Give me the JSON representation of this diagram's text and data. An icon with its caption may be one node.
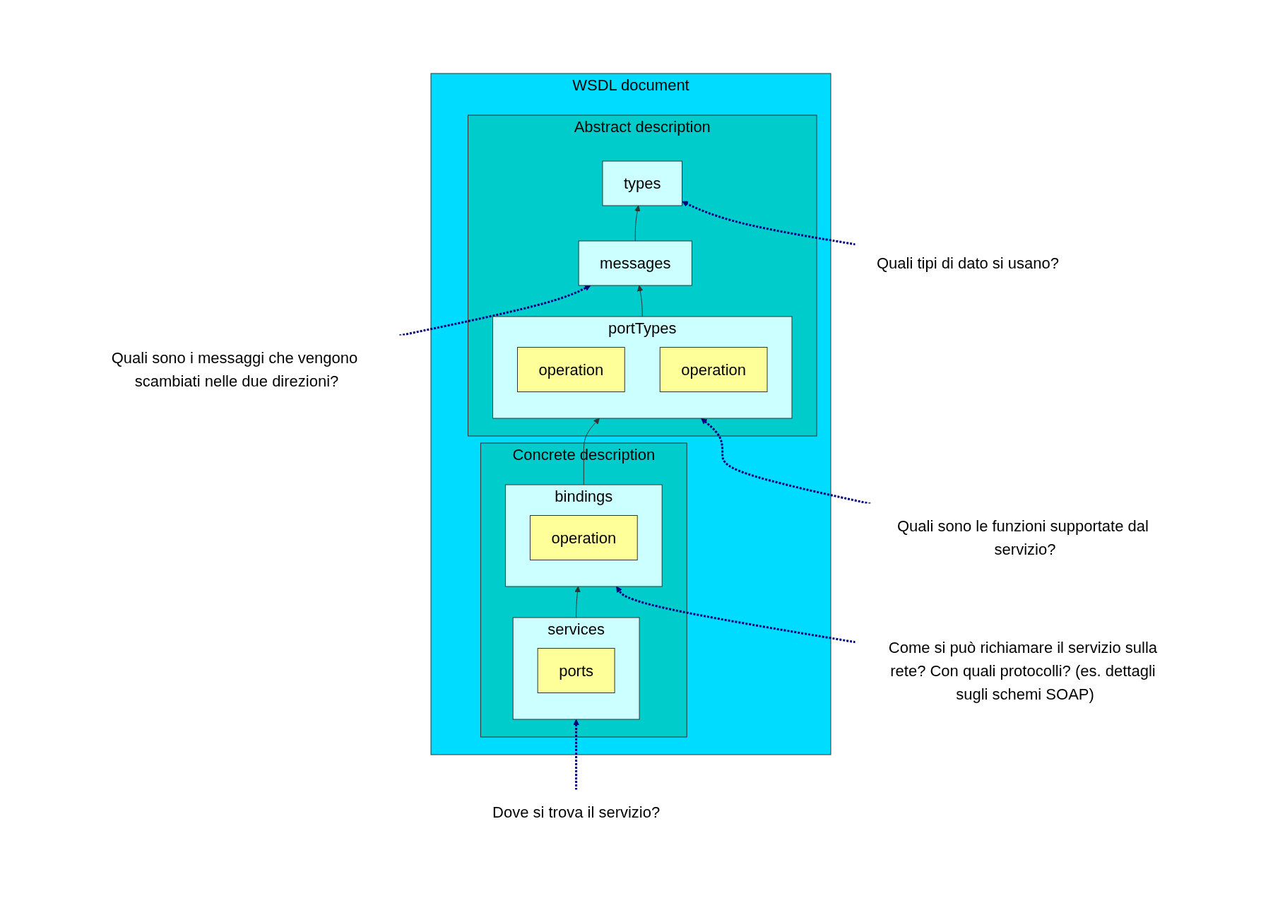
{
  "diagram": {
    "nodes": [
      {
        "text": [
          "WSDL document"
        ]
      },
      {
        "text": [
          "Abstract description"
        ],
        "in": 0
      },
      {
        "text": [
          "types"
        ],
        "in": 1
      },
      {
        "text": [
          "messages"
        ],
        "in": 1
      },
      {
        "text": [
          "portTypes"
        ],
        "in": 1
      },
      {
        "text": [
          "operation"
        ],
        "in": 4
      },
      {
        "text": [
          "operation"
        ],
        "in": 4
      },
      {
        "text": [
          "Concrete description"
        ],
        "in": 0
      },
      {
        "text": [
          "bindings"
        ],
        "in": 7
      },
      {
        "text": [
          "operation"
        ],
        "in": 8
      },
      {
        "text": [
          "services"
        ],
        "in": 7
      },
      {
        "text": [
          "ports"
        ],
        "in": 10
      },
      {
        "text": [
          "Quali tipi di dato si usano?"
        ]
      },
      {
        "text": [
          "Quali sono i messaggi che vengono scambiati nelle due direzioni?"
        ]
      },
      {
        "text": [
          "Quali sono le funzioni supportate dal servizio?"
        ]
      },
      {
        "text": [
          "Come si può richiamare il servizio sulla rete? Con quali protocolli? (es. dettagli sugli schemi SOAP)"
        ]
      },
      {
        "text": [
          "Dove si trova il servizio?"
        ]
      }
    ],
    "edges": [
      {
        "from": 3,
        "to": 2,
        "arrow": "to"
      },
      {
        "from": 4,
        "to": 3,
        "arrow": "to"
      },
      {
        "from": 8,
        "to": 4,
        "arrow": "to"
      },
      {
        "from": 10,
        "to": 8,
        "arrow": "to"
      },
      {
        "from": 12,
        "to": 2,
        "arrow": "to",
        "style": "dashed",
        "color": "#000080"
      },
      {
        "from": 13,
        "to": 3,
        "arrow": "to",
        "style": "dashed",
        "color": "#000080"
      },
      {
        "from": 14,
        "to": 4,
        "arrow": "to",
        "style": "dashed",
        "color": "#000080"
      },
      {
        "from": 15,
        "to": 8,
        "arrow": "to",
        "style": "dashed",
        "color": "#000080"
      },
      {
        "from": 16,
        "to": 10,
        "arrow": "to",
        "style": "dashed",
        "color": "#000080"
      }
    ]
  }
}
